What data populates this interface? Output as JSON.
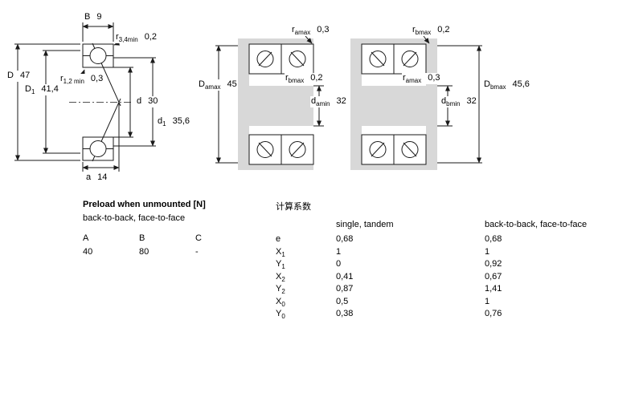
{
  "page": {
    "background": "#ffffff",
    "line_color": "#1a1a1a",
    "shade_color": "#d8d8d8"
  },
  "drawings": {
    "labels": {
      "B": {
        "main": "B",
        "sub": "",
        "value": "9"
      },
      "r34": {
        "main": "r",
        "sub": "3,4min",
        "value": "0,2"
      },
      "D": {
        "main": "D",
        "sub": "",
        "value": "47"
      },
      "r12": {
        "main": "r",
        "sub": "1,2 min",
        "value": "0,3"
      },
      "D1": {
        "main": "D",
        "sub": "1",
        "value": "41,4"
      },
      "d": {
        "main": "d",
        "sub": "",
        "value": "30"
      },
      "d1": {
        "main": "d",
        "sub": "1",
        "value": "35,6"
      },
      "a": {
        "main": "a",
        "sub": "",
        "value": "14"
      },
      "ramax_mid": {
        "main": "r",
        "sub": "amax",
        "value": "0,3"
      },
      "Damax": {
        "main": "D",
        "sub": "amax",
        "value": "45"
      },
      "rbmax_mid": {
        "main": "r",
        "sub": "bmax",
        "value": "0,2"
      },
      "damin": {
        "main": "d",
        "sub": "amin",
        "value": "32"
      },
      "rbmax_right": {
        "main": "r",
        "sub": "bmax",
        "value": "0,2"
      },
      "ramax_right": {
        "main": "r",
        "sub": "amax",
        "value": "0,3"
      },
      "Dbmax": {
        "main": "D",
        "sub": "bmax",
        "value": "45,6"
      },
      "dbmin": {
        "main": "d",
        "sub": "bmin",
        "value": "32"
      }
    }
  },
  "preload": {
    "title": "Preload when unmounted [N]",
    "subtitle": "back-to-back, face-to-face",
    "columns": [
      "A",
      "B",
      "C"
    ],
    "values": [
      "40",
      "80",
      "-"
    ]
  },
  "factors": {
    "title": "计算系数",
    "col_single": "single, tandem",
    "col_pair": "back-to-back, face-to-face",
    "rows": [
      {
        "label": "e",
        "sub": "",
        "v1": "0,68",
        "v2": "0,68"
      },
      {
        "label": "X",
        "sub": "1",
        "v1": "1",
        "v2": "1"
      },
      {
        "label": "Y",
        "sub": "1",
        "v1": "0",
        "v2": "0,92"
      },
      {
        "label": "X",
        "sub": "2",
        "v1": "0,41",
        "v2": "0,67"
      },
      {
        "label": "Y",
        "sub": "2",
        "v1": "0,87",
        "v2": "1,41"
      },
      {
        "label": "X",
        "sub": "0",
        "v1": "0,5",
        "v2": "1"
      },
      {
        "label": "Y",
        "sub": "0",
        "v1": "0,38",
        "v2": "0,76"
      }
    ]
  }
}
